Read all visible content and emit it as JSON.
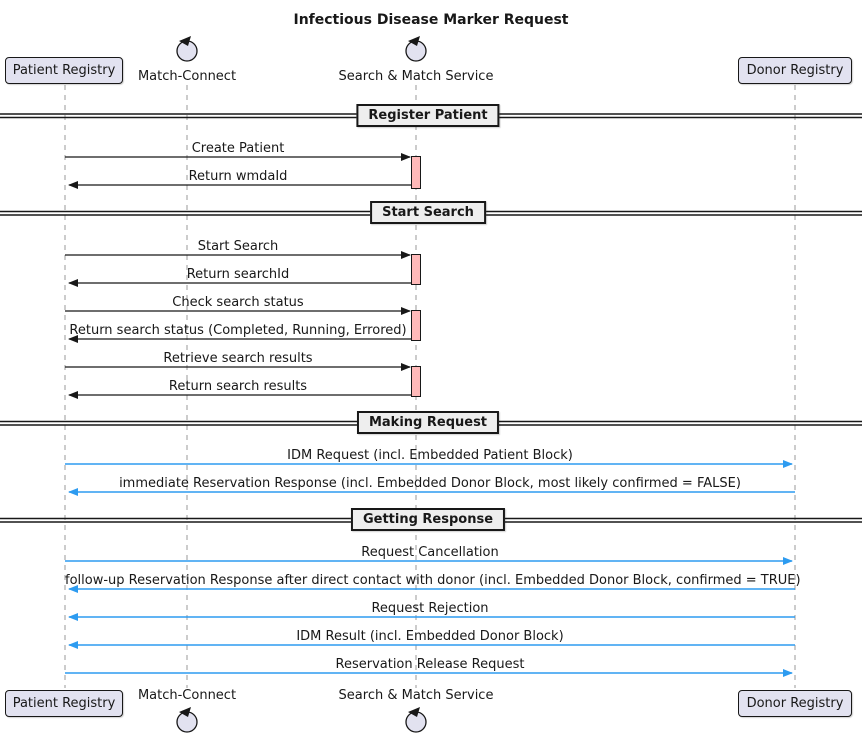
{
  "title": "Infectious Disease Marker Request",
  "participants": [
    {
      "name": "Patient Registry",
      "kind": "participant-box"
    },
    {
      "name": "Match-Connect",
      "kind": "control-actor"
    },
    {
      "name": "Search & Match Service",
      "kind": "control-actor"
    },
    {
      "name": "Donor Registry",
      "kind": "participant-box"
    }
  ],
  "dividers": [
    "Register Patient",
    "Start Search",
    "Making Request",
    "Getting Response"
  ],
  "messages": [
    {
      "label": "Create Patient",
      "section": "Register Patient",
      "from": "Patient Registry",
      "to": "Search & Match Service",
      "direction": "right",
      "color": "black"
    },
    {
      "label": "Return wmdaId",
      "section": "Register Patient",
      "from": "Search & Match Service",
      "to": "Patient Registry",
      "direction": "left",
      "color": "black"
    },
    {
      "label": "Start Search",
      "section": "Start Search",
      "from": "Patient Registry",
      "to": "Search & Match Service",
      "direction": "right",
      "color": "black"
    },
    {
      "label": "Return searchId",
      "section": "Start Search",
      "from": "Search & Match Service",
      "to": "Patient Registry",
      "direction": "left",
      "color": "black"
    },
    {
      "label": "Check search status",
      "section": "Start Search",
      "from": "Patient Registry",
      "to": "Search & Match Service",
      "direction": "right",
      "color": "black"
    },
    {
      "label": "Return search status (Completed, Running, Errored)",
      "section": "Start Search",
      "from": "Search & Match Service",
      "to": "Patient Registry",
      "direction": "left",
      "color": "black"
    },
    {
      "label": "Retrieve search results",
      "section": "Start Search",
      "from": "Patient Registry",
      "to": "Search & Match Service",
      "direction": "right",
      "color": "black"
    },
    {
      "label": "Return search results",
      "section": "Start Search",
      "from": "Search & Match Service",
      "to": "Patient Registry",
      "direction": "left",
      "color": "black"
    },
    {
      "label": "IDM Request (incl. Embedded Patient Block)",
      "section": "Making Request",
      "from": "Patient Registry",
      "to": "Donor Registry",
      "direction": "right",
      "color": "blue"
    },
    {
      "label": "immediate Reservation Response (incl. Embedded Donor Block, most likely confirmed = FALSE)",
      "section": "Making Request",
      "from": "Donor Registry",
      "to": "Patient Registry",
      "direction": "left",
      "color": "blue"
    },
    {
      "label": "Request Cancellation",
      "section": "Getting Response",
      "from": "Patient Registry",
      "to": "Donor Registry",
      "direction": "right",
      "color": "blue"
    },
    {
      "label": "follow-up Reservation Response after direct contact with donor (incl. Embedded Donor Block, confirmed = TRUE)",
      "section": "Getting Response",
      "from": "Donor Registry",
      "to": "Patient Registry",
      "direction": "left",
      "color": "blue"
    },
    {
      "label": "Request Rejection",
      "section": "Getting Response",
      "from": "Donor Registry",
      "to": "Patient Registry",
      "direction": "left",
      "color": "blue"
    },
    {
      "label": "IDM Result (incl. Embedded Donor Block)",
      "section": "Getting Response",
      "from": "Donor Registry",
      "to": "Patient Registry",
      "direction": "left",
      "color": "blue"
    },
    {
      "label": "Reservation Release Request",
      "section": "Getting Response",
      "from": "Patient Registry",
      "to": "Donor Registry",
      "direction": "right",
      "color": "blue"
    }
  ],
  "colors": {
    "ink": "#181818",
    "blue": "#2D9BF0",
    "participant": "#E2E2F0",
    "activation": "#FFB9B9",
    "divider": "#EEEEEE",
    "lifeline": "#999999",
    "bg": "#FFFFFF"
  }
}
